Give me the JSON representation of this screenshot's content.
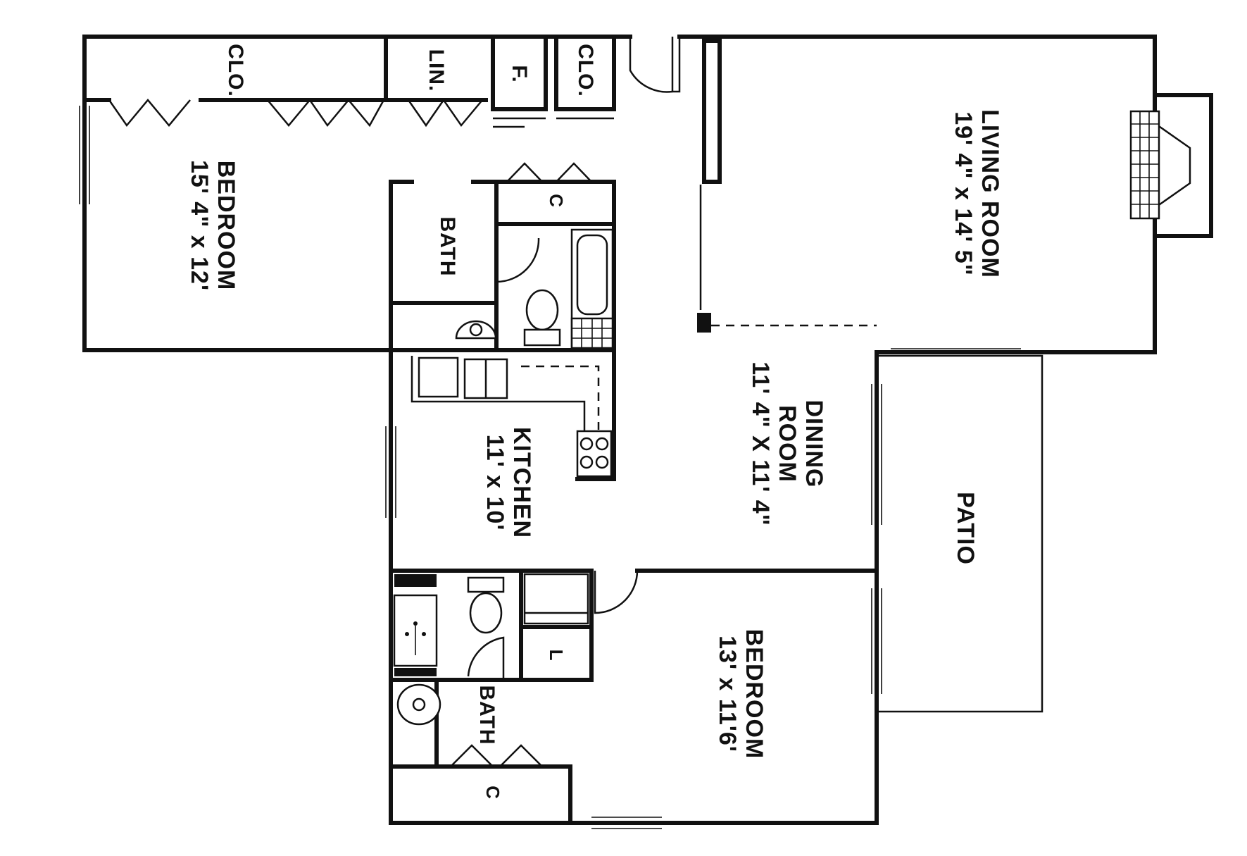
{
  "rooms": {
    "bedroom_top": {
      "name": "BEDROOM",
      "size": "15' 4\" x 12'"
    },
    "living_room": {
      "name": "LIVING ROOM",
      "size": "19' 4\" x 14' 5\""
    },
    "dining_room": {
      "name_line1": "DINING",
      "name_line2": "ROOM",
      "size": "11' 4\" X 11' 4\""
    },
    "kitchen": {
      "name": "KITCHEN",
      "size": "11' x 10'"
    },
    "patio": {
      "name": "PATIO"
    },
    "bedroom_bottom": {
      "name": "BEDROOM",
      "size": "13' x 11'6'"
    },
    "bath_top": {
      "name": "BATH"
    },
    "bath_bottom": {
      "name": "BATH"
    }
  },
  "closets": {
    "clo_top_left": "CLO.",
    "linen": "LIN.",
    "furnace": "F.",
    "clo_top_right": "CLO.",
    "closet_bath_top": "C",
    "closet_bath_bottom": "C",
    "laundry": "L"
  },
  "colors": {
    "ink": "#111111",
    "paper": "#ffffff"
  }
}
